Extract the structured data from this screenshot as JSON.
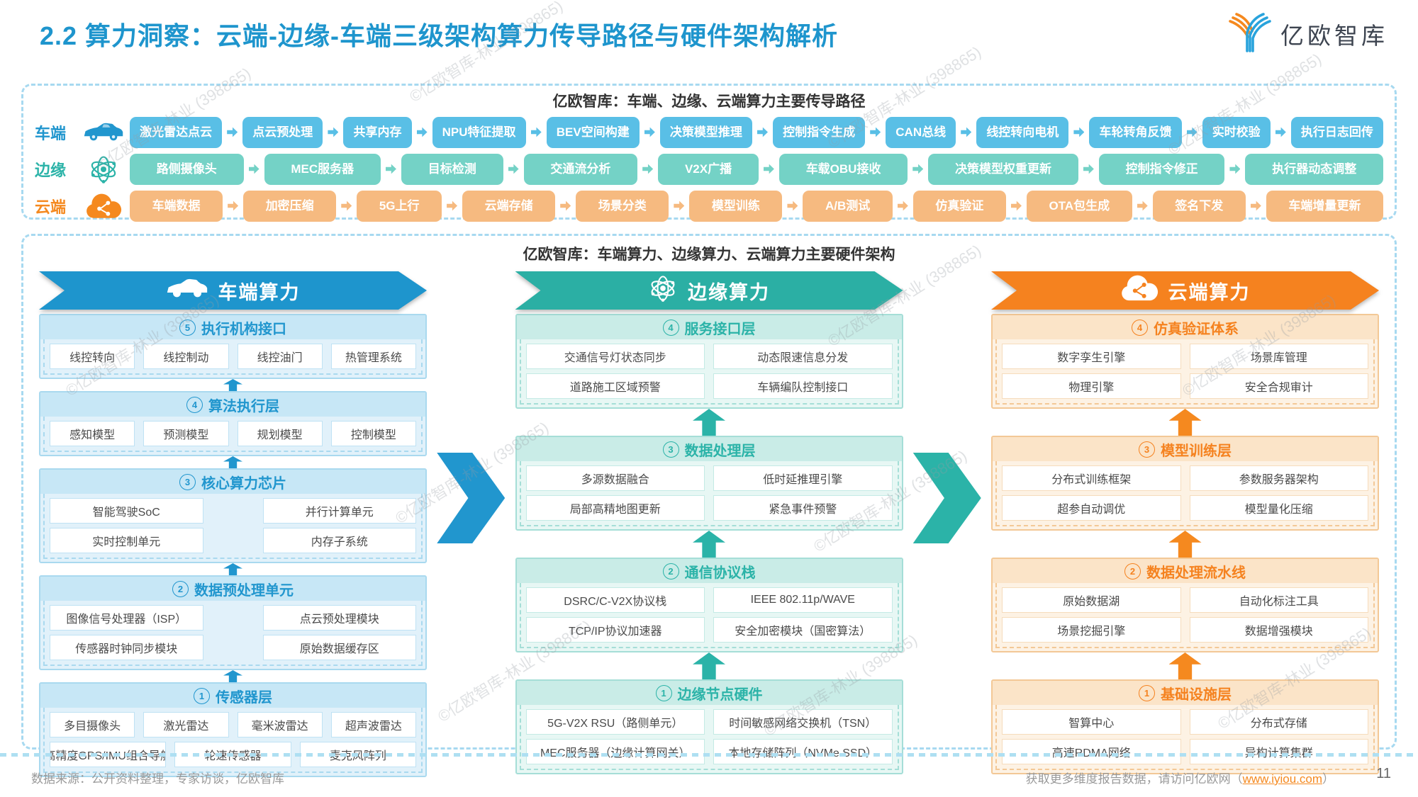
{
  "page": {
    "title": "2.2 算力洞察：云端-边缘-车端三级架构算力传导路径与硬件架构解析",
    "logo_text": "亿欧智库",
    "page_number": "11",
    "watermark": "©亿欧智库-林业 (398865)"
  },
  "colors": {
    "title_blue": "#1E95CD",
    "chevron_blue": "#2196CE",
    "chevron_teal": "#2BB3A8"
  },
  "flow_panel": {
    "title": "亿欧智库：车端、边缘、云端算力主要传导路径",
    "rows": [
      {
        "label": "车端",
        "icon": "car-icon",
        "label_color": "#2196CE",
        "box_color": "#59BFE6",
        "steps": [
          "激光雷达点云",
          "点云预处理",
          "共享内存",
          "NPU特征提取",
          "BEV空间构建",
          "决策模型推理",
          "控制指令生成",
          "CAN总线",
          "线控转向电机",
          "车轮转角反馈",
          "实时校验",
          "执行日志回传"
        ]
      },
      {
        "label": "边缘",
        "icon": "network-icon",
        "label_color": "#2BB3A8",
        "box_color": "#74D2C6",
        "steps": [
          "路侧摄像头",
          "MEC服务器",
          "目标检测",
          "交通流分析",
          "V2X广播",
          "车载OBU接收",
          "决策模型权重更新",
          "控制指令修正",
          "执行器动态调整"
        ]
      },
      {
        "label": "云端",
        "icon": "cloud-share-icon",
        "label_color": "#F5891F",
        "box_color": "#F6BA80",
        "steps": [
          "车端数据",
          "加密压缩",
          "5G上行",
          "云端存储",
          "场景分类",
          "模型训练",
          "A/B测试",
          "仿真验证",
          "OTA包生成",
          "签名下发",
          "车端增量更新"
        ]
      }
    ]
  },
  "hardware_panel": {
    "title": "亿欧智库：车端算力、边缘算力、云端算力主要硬件架构",
    "columns": [
      {
        "title": "车端算力",
        "icon": "car-icon",
        "theme": {
          "main": "#2196CE",
          "banner": "#1E95CD",
          "headerBg": "#C7E7F6",
          "bodyBg": "#E1F1FA",
          "border": "#A9D9EF",
          "itemBorder": "#BFE2F4",
          "arrow": "#2196CE"
        },
        "arrow_size": "small",
        "sections": [
          {
            "num": "5",
            "title": "执行机构接口",
            "rows": [
              [
                "线控转向",
                "线控制动",
                "线控油门",
                "热管理系统"
              ]
            ]
          },
          {
            "num": "4",
            "title": "算法执行层",
            "rows": [
              [
                "感知模型",
                "预测模型",
                "规划模型",
                "控制模型"
              ]
            ]
          },
          {
            "num": "3",
            "title": "核心算力芯片",
            "widegap": true,
            "rows": [
              [
                "智能驾驶SoC",
                "并行计算单元"
              ],
              [
                "实时控制单元",
                "内存子系统"
              ]
            ]
          },
          {
            "num": "2",
            "title": "数据预处理单元",
            "widegap": true,
            "rows": [
              [
                "图像信号处理器（ISP）",
                "点云预处理模块"
              ],
              [
                "传感器时钟同步模块",
                "原始数据缓存区"
              ]
            ]
          },
          {
            "num": "1",
            "title": "传感器层",
            "rows": [
              [
                "多目摄像头",
                "激光雷达",
                "毫米波雷达",
                "超声波雷达"
              ],
              [
                "高精度GPS/IMU组合导航",
                "轮速传感器",
                "麦克风阵列"
              ]
            ]
          }
        ]
      },
      {
        "title": "边缘算力",
        "icon": "network-icon",
        "theme": {
          "main": "#2BB3A8",
          "banner": "#2BAFA4",
          "headerBg": "#C9ECE7",
          "bodyBg": "#E7F7F4",
          "border": "#A5DED7",
          "itemBorder": "#C4EAE5",
          "arrow": "#2BB3A8"
        },
        "arrow_size": "big",
        "sections": [
          {
            "num": "4",
            "title": "服务接口层",
            "rows": [
              [
                "交通信号灯状态同步",
                "动态限速信息分发"
              ],
              [
                "道路施工区域预警",
                "车辆编队控制接口"
              ]
            ]
          },
          {
            "num": "3",
            "title": "数据处理层",
            "rows": [
              [
                "多源数据融合",
                "低时延推理引擎"
              ],
              [
                "局部高精地图更新",
                "紧急事件预警"
              ]
            ]
          },
          {
            "num": "2",
            "title": "通信协议栈",
            "rows": [
              [
                "DSRC/C-V2X协议栈",
                "IEEE 802.11p/WAVE"
              ],
              [
                "TCP/IP协议加速器",
                "安全加密模块（国密算法）"
              ]
            ]
          },
          {
            "num": "1",
            "title": "边缘节点硬件",
            "rows": [
              [
                "5G-V2X RSU（路侧单元）",
                "时间敏感网络交换机（TSN）"
              ],
              [
                "MEC服务器（边缘计算网关）",
                "本地存储阵列（NVMe SSD）"
              ]
            ]
          }
        ]
      },
      {
        "title": "云端算力",
        "icon": "cloud-share-icon",
        "theme": {
          "main": "#F5821F",
          "banner": "#F5821F",
          "headerBg": "#FBE4C8",
          "bodyBg": "#FDF2E4",
          "border": "#F3C896",
          "itemBorder": "#F6DCBC",
          "arrow": "#F5891F"
        },
        "arrow_size": "big",
        "sections": [
          {
            "num": "4",
            "title": "仿真验证体系",
            "rows": [
              [
                "数字孪生引擎",
                "场景库管理"
              ],
              [
                "物理引擎",
                "安全合规审计"
              ]
            ]
          },
          {
            "num": "3",
            "title": "模型训练层",
            "rows": [
              [
                "分布式训练框架",
                "参数服务器架构"
              ],
              [
                "超参自动调优",
                "模型量化压缩"
              ]
            ]
          },
          {
            "num": "2",
            "title": "数据处理流水线",
            "rows": [
              [
                "原始数据湖",
                "自动化标注工具"
              ],
              [
                "场景挖掘引擎",
                "数据增强模块"
              ]
            ]
          },
          {
            "num": "1",
            "title": "基础设施层",
            "rows": [
              [
                "智算中心",
                "分布式存储"
              ],
              [
                "高速RDMA网络",
                "异构计算集群"
              ]
            ]
          }
        ]
      }
    ]
  },
  "footer": {
    "source": "数据来源：公开资料整理，专家访谈，亿欧智库",
    "more_prefix": "获取更多维度报告数据，请访问亿欧网（",
    "link": "www.iyiou.com",
    "more_suffix": "）"
  }
}
